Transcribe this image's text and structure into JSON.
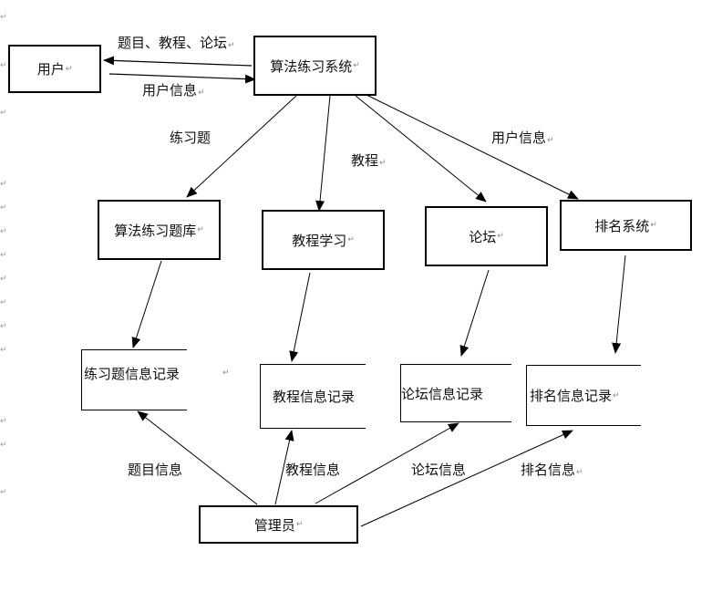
{
  "diagram": {
    "paragraph_mark": "↵",
    "nodes": {
      "user": {
        "label": "用户",
        "type": "external-entity"
      },
      "system": {
        "label": "算法练习系统",
        "type": "process"
      },
      "problem_bank": {
        "label": "算法练习题库",
        "type": "process"
      },
      "tutorial": {
        "label": "教程学习",
        "type": "process"
      },
      "forum": {
        "label": "论坛",
        "type": "process"
      },
      "ranking": {
        "label": "排名系统",
        "type": "process"
      },
      "admin": {
        "label": "管理员",
        "type": "external-entity"
      }
    },
    "stores": {
      "problem_records": {
        "label": "练习题信息记录"
      },
      "tutorial_records": {
        "label": "教程信息记录"
      },
      "forum_records": {
        "label": "论坛信息记录"
      },
      "ranking_records": {
        "label": "排名信息记录"
      }
    },
    "flows": [
      {
        "from": "system",
        "to": "user",
        "label": "题目、教程、论坛"
      },
      {
        "from": "user",
        "to": "system",
        "label": "用户信息"
      },
      {
        "from": "system",
        "to": "problem_bank",
        "label": "练习题"
      },
      {
        "from": "system",
        "to": "tutorial",
        "label": "教程"
      },
      {
        "from": "system",
        "to": "forum",
        "label": ""
      },
      {
        "from": "system",
        "to": "ranking",
        "label": "用户信息"
      },
      {
        "from": "problem_bank",
        "to": "problem_records",
        "label": ""
      },
      {
        "from": "tutorial",
        "to": "tutorial_records",
        "label": ""
      },
      {
        "from": "forum",
        "to": "forum_records",
        "label": ""
      },
      {
        "from": "ranking",
        "to": "ranking_records",
        "label": ""
      },
      {
        "from": "admin",
        "to": "problem_records",
        "label": "题目信息"
      },
      {
        "from": "admin",
        "to": "tutorial_records",
        "label": "教程信息"
      },
      {
        "from": "admin",
        "to": "forum_records",
        "label": "论坛信息"
      },
      {
        "from": "admin",
        "to": "ranking_records",
        "label": "排名信息"
      }
    ]
  }
}
